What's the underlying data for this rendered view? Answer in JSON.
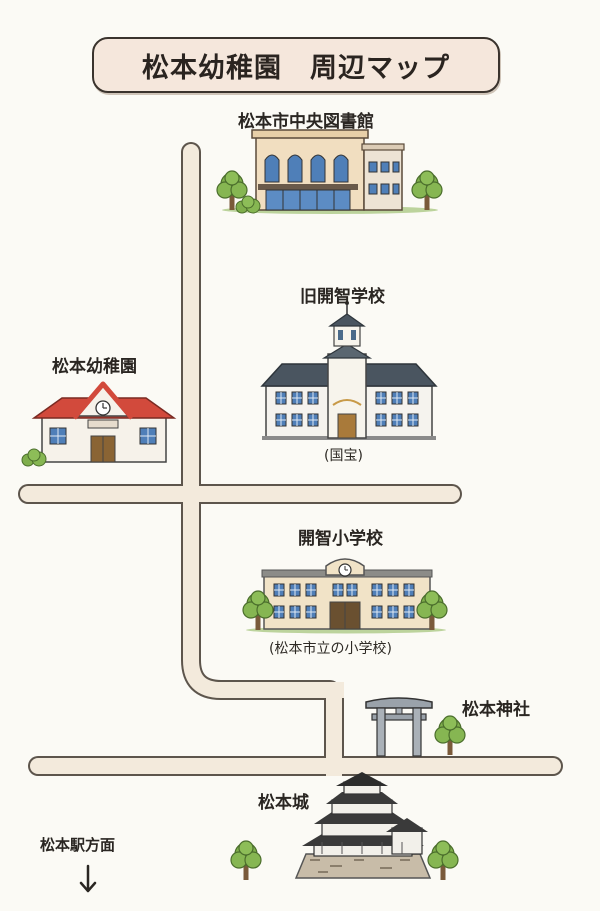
{
  "title": "松本幼稚園　周辺マップ",
  "places": {
    "library": "松本市中央図書館",
    "old_school": "旧開智学校",
    "old_school_note": "(国宝)",
    "kindergarten": "松本幼稚園",
    "elementary": "開智小学校",
    "elementary_note": "(松本市立の小学校)",
    "shrine": "松本神社",
    "castle": "松本城",
    "station": "松本駅方面"
  },
  "icons": {
    "station_direction": "arrow-down-icon"
  },
  "colors": {
    "road": "#f3eadc",
    "road_edge": "#5d554c",
    "roof_red": "#d24a3c",
    "roof_gray": "#4a5560",
    "tree": "#7fae4c",
    "background": "#fbfaf5"
  }
}
